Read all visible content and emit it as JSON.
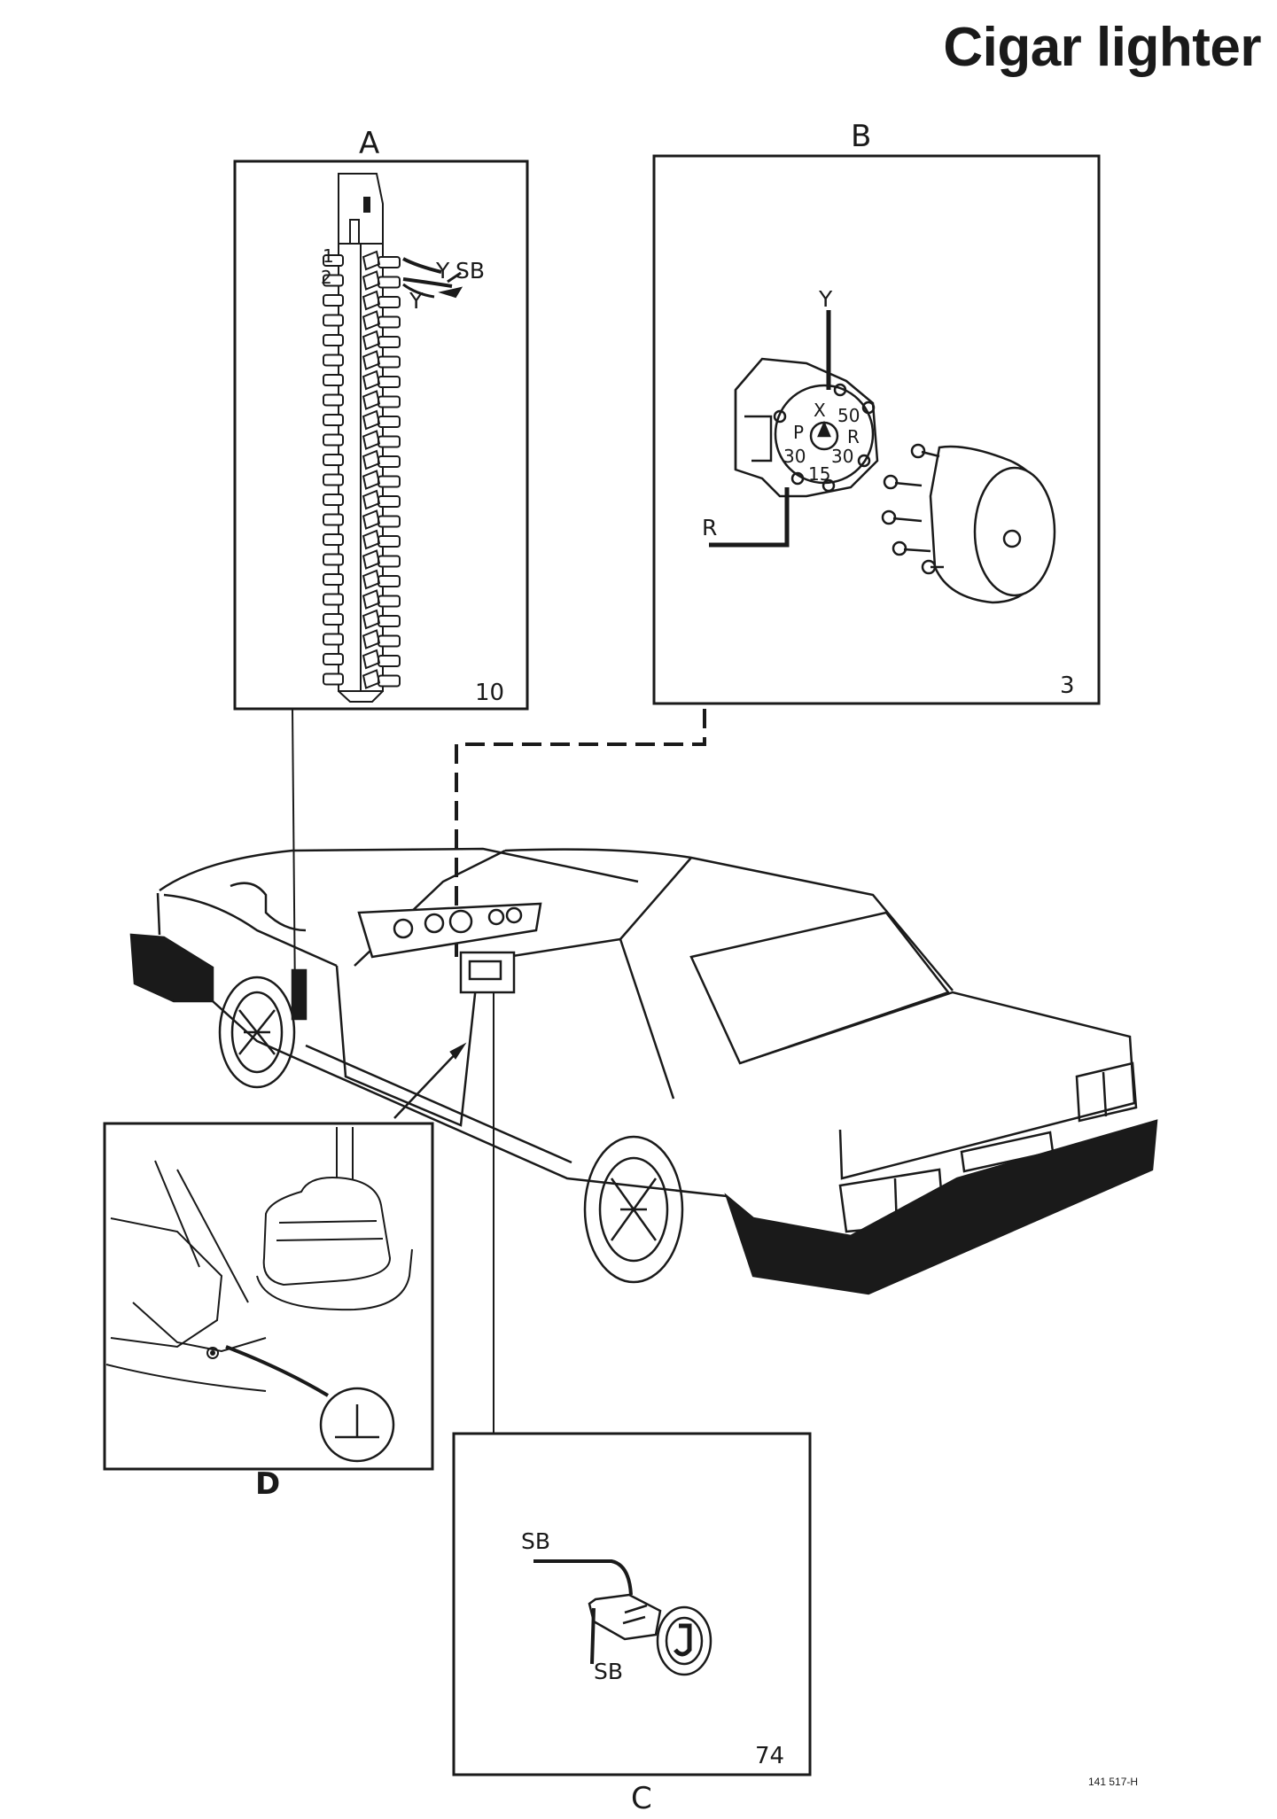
{
  "title": "Cigar lighter",
  "panels": {
    "a": {
      "letter": "A",
      "component_number": "10",
      "terminal_1": "1",
      "terminal_2": "2",
      "wire_y_top": "Y",
      "wire_sb": "SB",
      "wire_y_bottom": "Y"
    },
    "b": {
      "letter": "B",
      "component_number": "3",
      "wire_y": "Y",
      "wire_r": "R",
      "terminals": {
        "x": "X",
        "t50": "50",
        "p": "P",
        "r": "R",
        "t30a": "30",
        "t30b": "30",
        "t15": "15"
      }
    },
    "c": {
      "letter": "C",
      "component_number": "74",
      "wire_sb_top": "SB",
      "wire_sb_bottom": "SB"
    },
    "d": {
      "letter": "D"
    }
  },
  "reference_code": "141 517-H",
  "icons": [
    "ground-symbol-icon",
    "fuse-box-drawing",
    "ignition-switch-drawing",
    "cigar-lighter-drawing",
    "car-drawing"
  ],
  "colors": {
    "ink": "#1a1a1a",
    "background": "#ffffff"
  }
}
